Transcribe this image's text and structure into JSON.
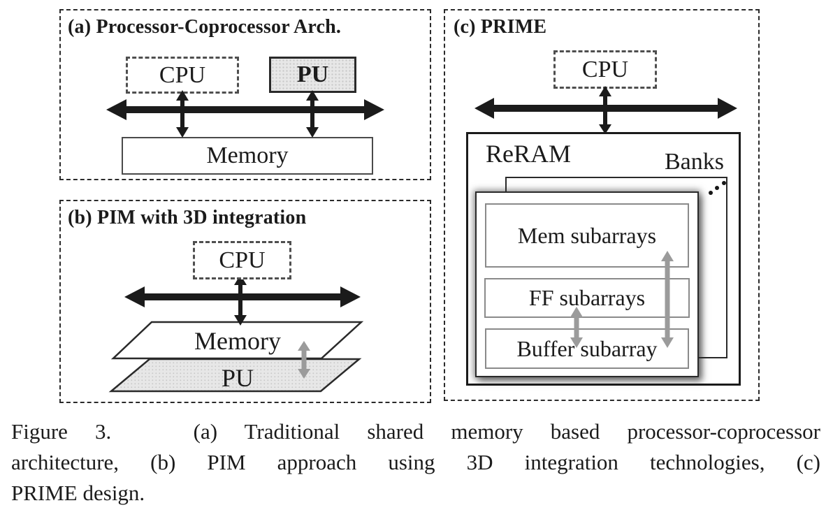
{
  "panels": {
    "a": {
      "title": "(a) Processor-Coprocessor Arch.",
      "cpu_label": "CPU",
      "pu_label": "PU",
      "memory_label": "Memory"
    },
    "b": {
      "title": "(b) PIM with 3D integration",
      "cpu_label": "CPU",
      "memory_label": "Memory",
      "pu_label": "PU"
    },
    "c": {
      "title": "(c) PRIME",
      "cpu_label": "CPU",
      "reram_label": "ReRAM",
      "banks_label": "Banks",
      "mem_subarrays_label": "Mem subarrays",
      "ff_subarrays_label": "FF subarrays",
      "buffer_subarray_label": "Buffer subarray"
    }
  },
  "caption": {
    "figure_number": "Figure 3.",
    "lines": [
      "Figure 3.   (a) Traditional shared memory based processor-coprocessor",
      "architecture, (b) PIM approach using 3D integration technologies, (c)",
      "PRIME design."
    ]
  },
  "colors": {
    "ink": "#1b1b1b",
    "gray_arrow": "#9b9b9b",
    "shaded_fill": "#e7e7e7",
    "dot_color": "#c6c6c6"
  }
}
